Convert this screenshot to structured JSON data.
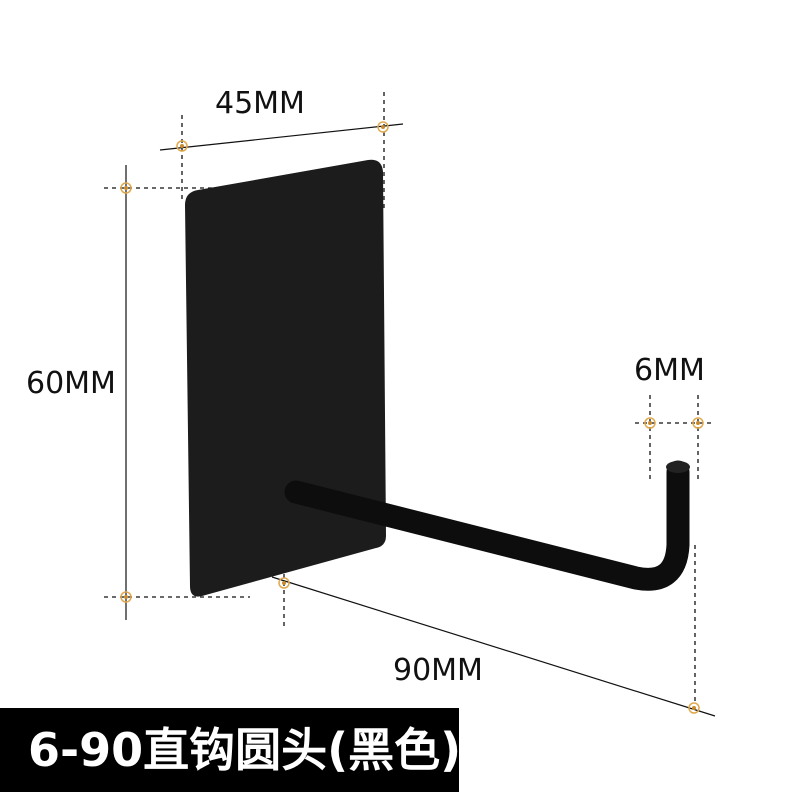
{
  "dimensions": {
    "width_label": "45MM",
    "height_label": "60MM",
    "diameter_label": "6MM",
    "length_label": "90MM"
  },
  "caption": "6-90直钩圆头(黑色)",
  "colors": {
    "marker": "#e0a94e",
    "product": "#1a1a1a",
    "band": "#000000"
  }
}
